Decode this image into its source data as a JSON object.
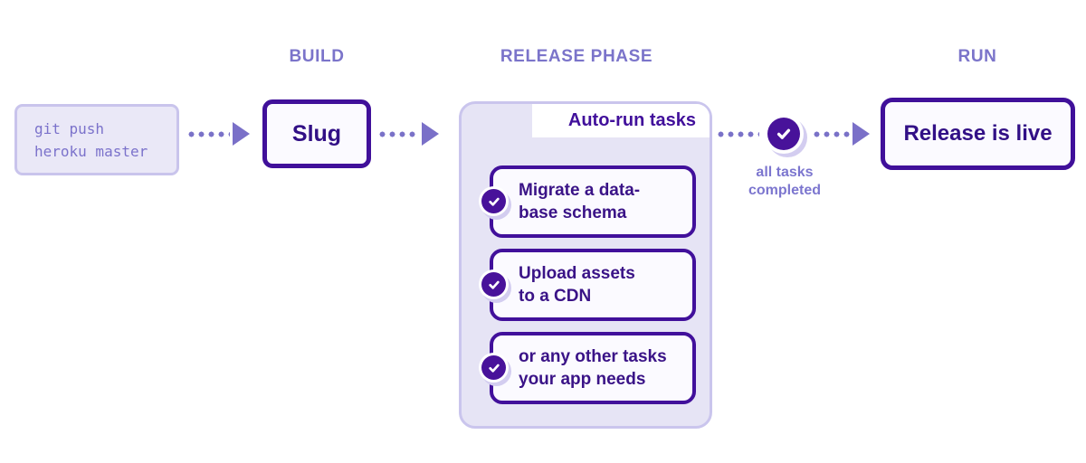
{
  "stages": {
    "build_label": "BUILD",
    "release_label": "RELEASE PHASE",
    "run_label": "RUN"
  },
  "source": {
    "line1": "git push",
    "line2": "heroku master"
  },
  "slug_label": "Slug",
  "release_panel": {
    "tab_label": "Auto-run tasks",
    "tasks": [
      {
        "line1": "Migrate a data-",
        "line2": "base schema"
      },
      {
        "line1": "Upload assets",
        "line2": "to a CDN"
      },
      {
        "line1": "or any other tasks",
        "line2": "your app needs"
      }
    ]
  },
  "all_tasks": {
    "line1": "all tasks",
    "line2": "completed"
  },
  "run_box_label": "Release is live",
  "icons": {
    "check": "check-icon",
    "arrow": "arrowhead-icon"
  },
  "colors": {
    "dark_border": "#40109a",
    "dark_text": "#321086",
    "task_text": "#3a1387",
    "medium_purple": "#7b74ca",
    "mono_text": "#7b72cb",
    "panel_bg": "#e6e4f5",
    "panel_border": "#cac5ed",
    "source_bg": "#eae8f7",
    "source_border": "#c9c4ec",
    "box_bg": "#fbfaff",
    "badge_fill": "#48129a",
    "badge_shadow": "#d3cdf0",
    "background": "#ffffff"
  }
}
